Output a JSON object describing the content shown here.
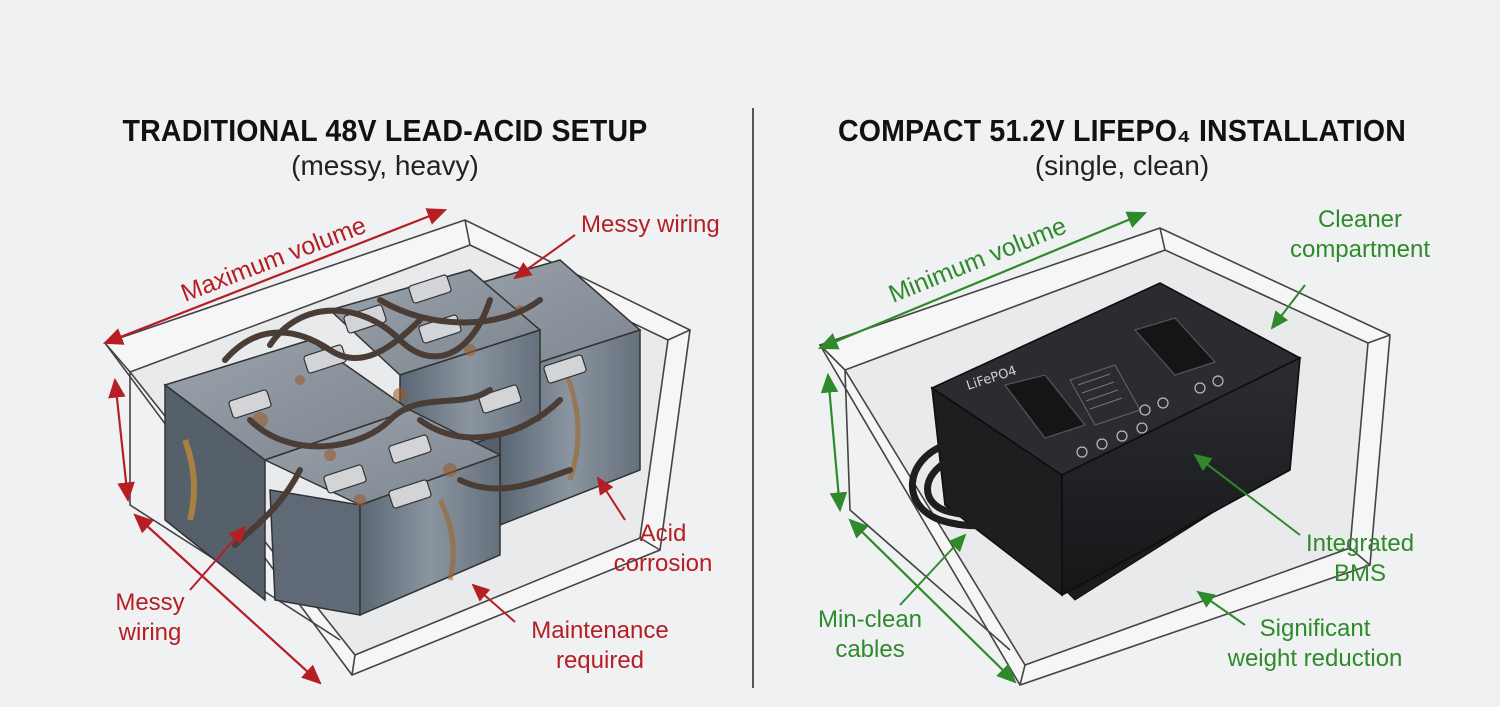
{
  "left": {
    "title": "TRADITIONAL 48V LEAD-ACID SETUP",
    "subtitle": "(messy, heavy)",
    "dimension_label": "Maximum volume",
    "annotations": {
      "messy_wiring_top": "Messy wiring",
      "acid_corrosion": [
        "Acid",
        "corrosion"
      ],
      "messy_wiring_left": [
        "Messy",
        "wiring"
      ],
      "maintenance": [
        "Maintenance",
        "required"
      ]
    }
  },
  "right": {
    "title": "COMPACT 51.2V LIFEPO₄ INSTALLATION",
    "subtitle": "(single, clean)",
    "dimension_label": "Minimum volume",
    "battery_logo": "LiFePO4",
    "annotations": {
      "cleaner_compartment": [
        "Cleaner",
        "compartment"
      ],
      "integrated_bms": [
        "Integrated",
        "BMS"
      ],
      "min_clean_cables": [
        "Min-clean",
        "cables"
      ],
      "weight_reduction": [
        "Significant",
        "weight reduction"
      ]
    }
  },
  "colors": {
    "red": "#b51f24",
    "green": "#2f8a2b",
    "background": "#f0f1f3"
  }
}
